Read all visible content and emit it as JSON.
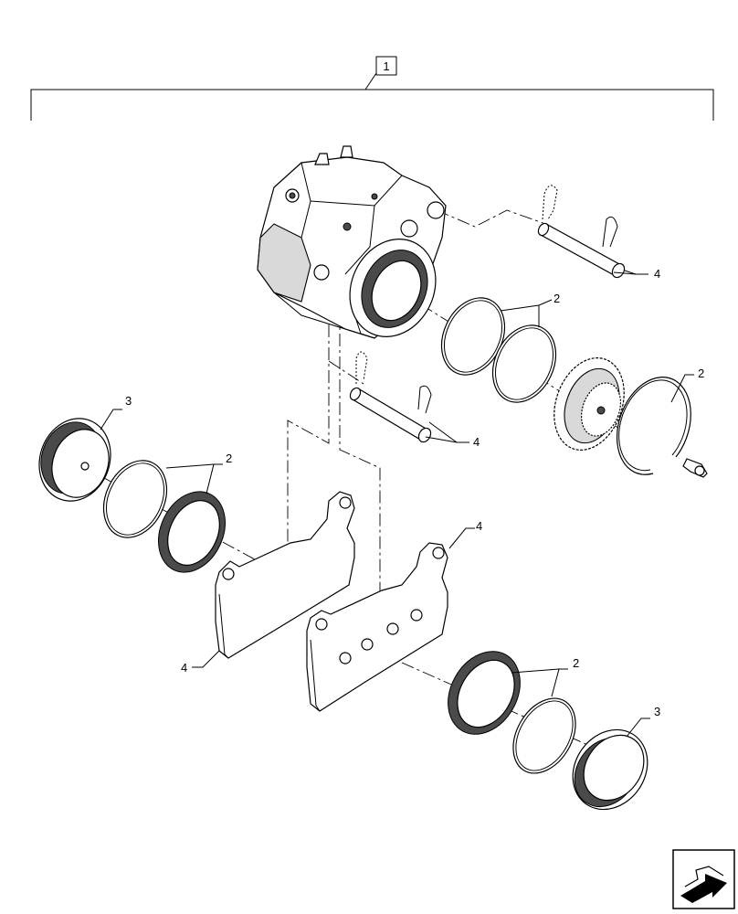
{
  "assembly_callout": "1",
  "callouts": {
    "pins_top": "4",
    "rings_upper": "2",
    "ring_right": "2",
    "pins_mid": "4",
    "piston_left": "3",
    "seals_left": "2",
    "pad_back": "4",
    "pad_front": "4",
    "seals_bottom": "2",
    "piston_bottom": "3"
  },
  "icons": {
    "navigation": "arrow-navigation-icon"
  }
}
